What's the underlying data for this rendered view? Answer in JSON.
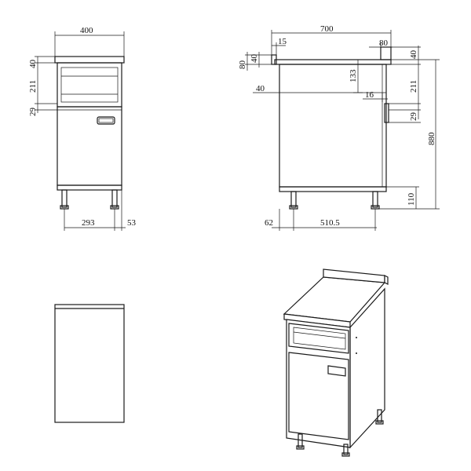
{
  "dimensions": {
    "front_width": "400",
    "front_top": "40",
    "front_opening": "211",
    "front_gap": "29",
    "front_depth_a": "293",
    "front_depth_b": "53",
    "side_width": "700",
    "side_lip": "15",
    "side_back": "80",
    "side_rim": "80",
    "side_rim_small": "40",
    "side_top_right": "40",
    "side_133": "133",
    "side_16": "16",
    "side_211": "211",
    "side_29": "29",
    "side_height": "880",
    "side_40_left": "40",
    "side_leg": "110",
    "side_62": "62",
    "side_base": "510.5"
  }
}
